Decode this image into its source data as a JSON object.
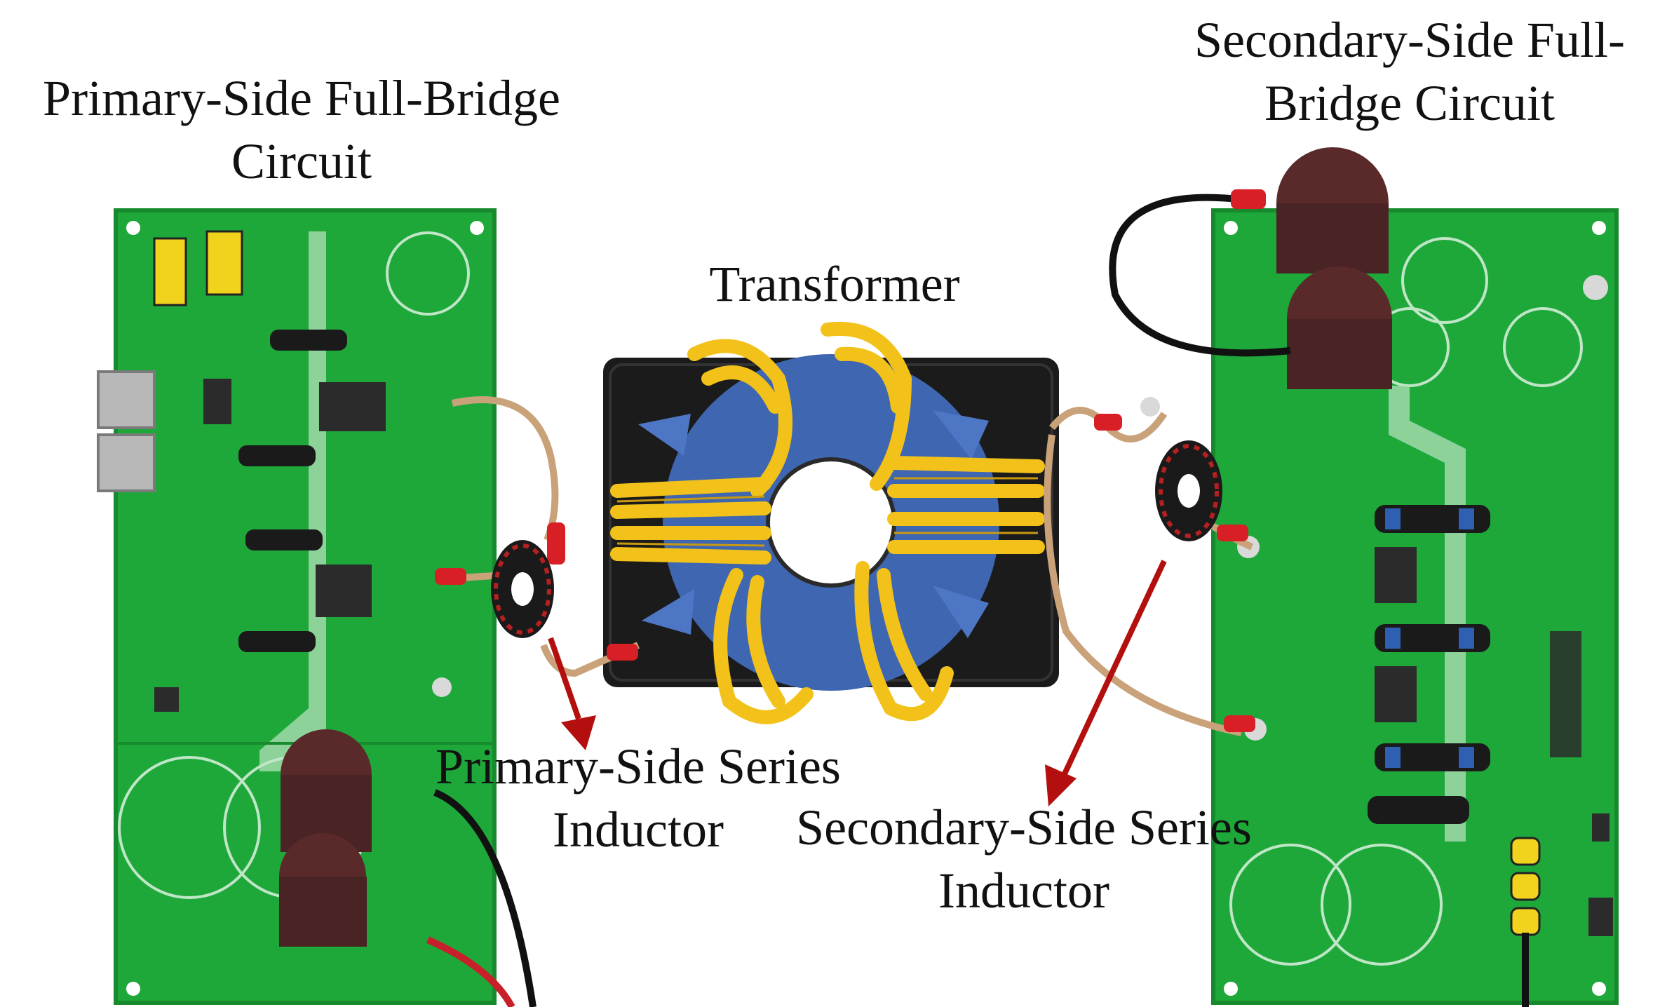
{
  "labels": {
    "primary_bridge": [
      "Primary-Side Full-Bridge",
      "Circuit"
    ],
    "secondary_bridge": [
      "Secondary-Side Full-",
      "Bridge Circuit"
    ],
    "transformer": [
      "Transformer"
    ],
    "primary_inductor": [
      "Primary-Side Series",
      "Inductor"
    ],
    "secondary_inductor": [
      "Secondary-Side Series",
      "Inductor"
    ]
  },
  "colors": {
    "pcb": "#1fa83a",
    "pcb_dark": "#158a2c",
    "trace": "#9fd9a9",
    "winding": "#f2c21a",
    "core": "#3f66b0",
    "base": "#1b1b1b",
    "capacitor": "#5a2a2a",
    "arrow": "#b40f0f",
    "wire_copper": "#c9a27a",
    "terminal": "#d81f26"
  },
  "icons": [
    "primary-pcb",
    "secondary-pcb",
    "transformer-core",
    "primary-inductor-toroid",
    "secondary-inductor-toroid",
    "arrow-primary-inductor",
    "arrow-secondary-inductor"
  ]
}
